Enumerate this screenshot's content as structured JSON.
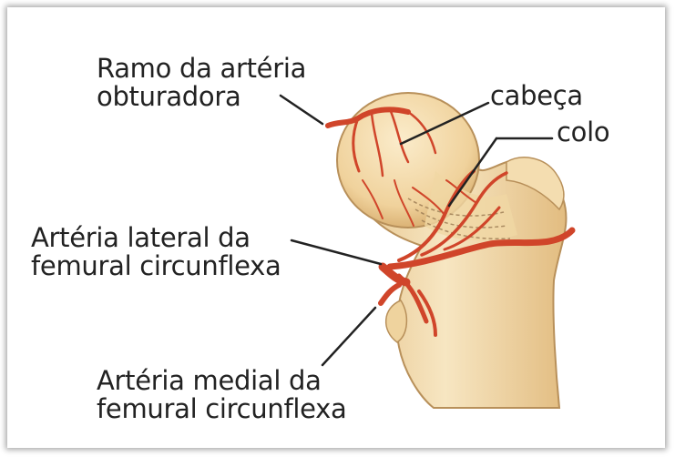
{
  "labels": {
    "ramo": {
      "line1": "Ramo da artéria",
      "line2": "obturadora"
    },
    "cabeca": "cabeça",
    "colo": "colo",
    "lateral": {
      "line1": "Artéria lateral da",
      "line2": "femural circunflexa"
    },
    "medial": {
      "line1": "Artéria medial da",
      "line2": "femural circunflexa"
    }
  },
  "colors": {
    "bone_fill": "#f2d8a6",
    "bone_shade": "#d9b378",
    "artery": "#d0452a",
    "leader": "#222222"
  }
}
